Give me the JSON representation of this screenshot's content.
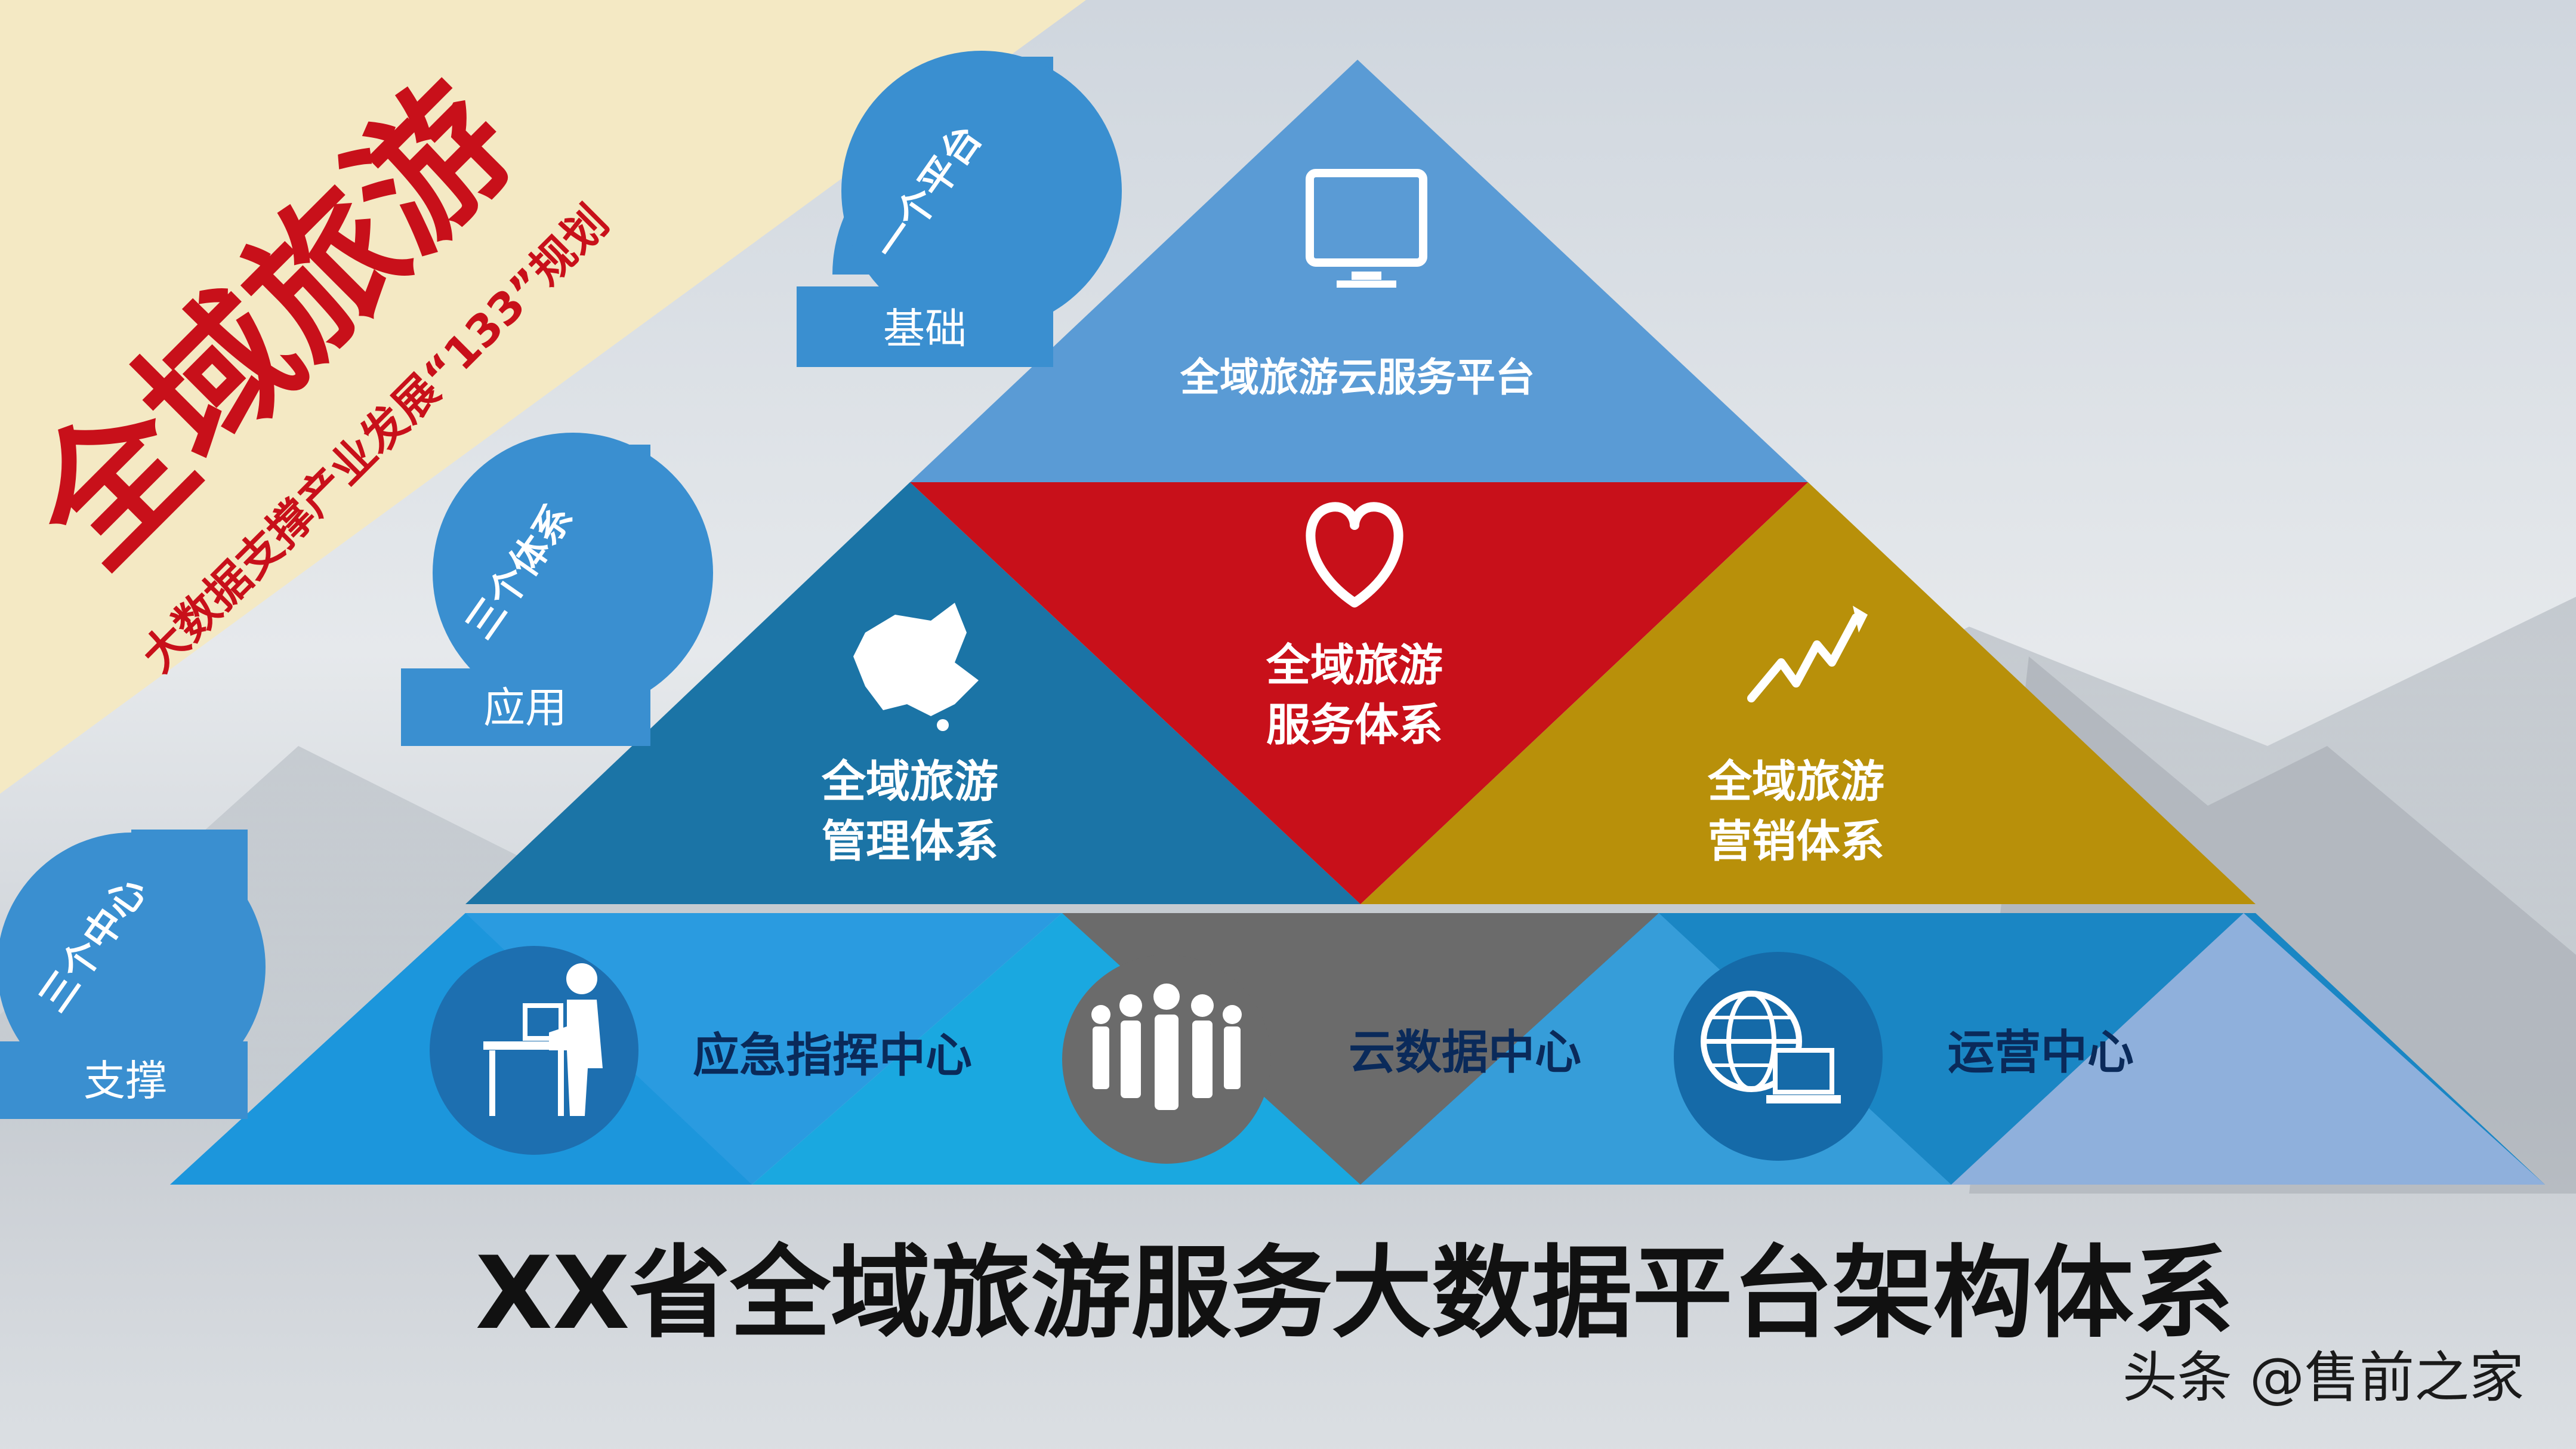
{
  "banner": {
    "title": "全域旅游",
    "subtitle": "大数据支撑产业发展“133”规划"
  },
  "badges": [
    {
      "text": "一个平台",
      "label": "基础"
    },
    {
      "text": "三个体系",
      "label": "应用"
    },
    {
      "text": "三个中心",
      "label": "支撑"
    }
  ],
  "pyramid": {
    "top": {
      "label": "全域旅游云服务平台",
      "icon": "monitor-icon",
      "color": "#5a9bd5"
    },
    "middle_left": {
      "line1": "全域旅游",
      "line2": "管理体系",
      "icon": "china-map-icon",
      "color": "#1b74a6"
    },
    "middle_center": {
      "line1": "全域旅游",
      "line2": "服务体系",
      "icon": "heart-icon",
      "color": "#c8101a"
    },
    "middle_right": {
      "line1": "全域旅游",
      "line2": "营销体系",
      "icon": "trend-up-icon",
      "color": "#b8900a"
    },
    "bottom": [
      {
        "label": "应急指挥中心",
        "icon": "person-at-computer-icon",
        "color": "#1aa8e0"
      },
      {
        "label": "云数据中心",
        "icon": "crowd-icon",
        "color": "#6b6b6b"
      },
      {
        "label": "运营中心",
        "icon": "globe-computer-icon",
        "color": "#1a86c4"
      }
    ]
  },
  "main_title": "XX省全域旅游服务大数据平台架构体系",
  "watermark": "头条 @售前之家",
  "colors": {
    "banner_bg": "#f4e9c4",
    "banner_text": "#c8101a",
    "badge_blue": "#3a8fd0",
    "title_text": "#111111"
  }
}
